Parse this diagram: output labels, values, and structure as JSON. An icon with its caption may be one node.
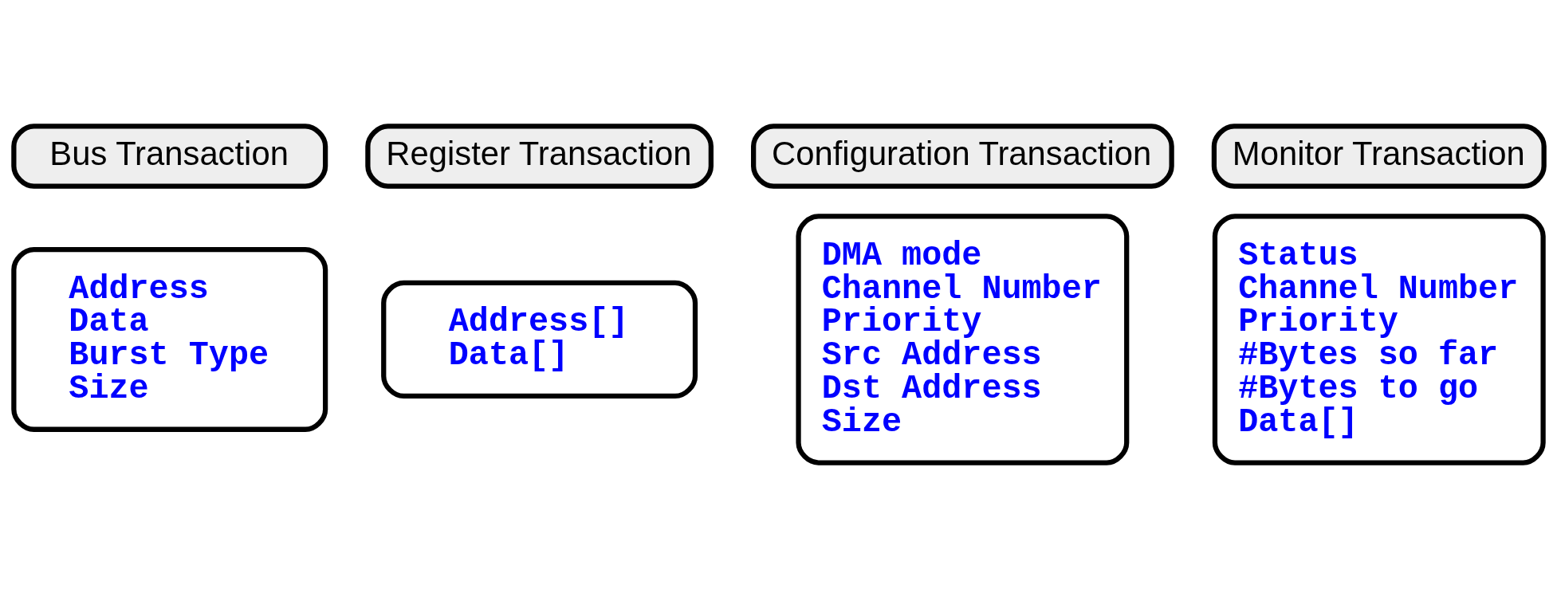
{
  "diagram": {
    "nodes": [
      {
        "text": [
          "Bus Transaction"
        ]
      },
      {
        "text": [
          "Address",
          "Data",
          "Burst Type",
          "Size"
        ]
      },
      {
        "text": [
          "Register Transaction"
        ]
      },
      {
        "text": [
          "Address[]",
          "Data[]"
        ]
      },
      {
        "text": [
          "Configuration Transaction"
        ]
      },
      {
        "text": [
          "DMA mode",
          "Channel Number",
          "Priority",
          "Src Address",
          "Dst Address",
          "Size"
        ]
      },
      {
        "text": [
          "Monitor Transaction"
        ]
      },
      {
        "text": [
          "Status",
          "Channel Number",
          "Priority",
          "#Bytes so far",
          "#Bytes to go",
          "Data[]"
        ]
      }
    ],
    "edges": []
  }
}
